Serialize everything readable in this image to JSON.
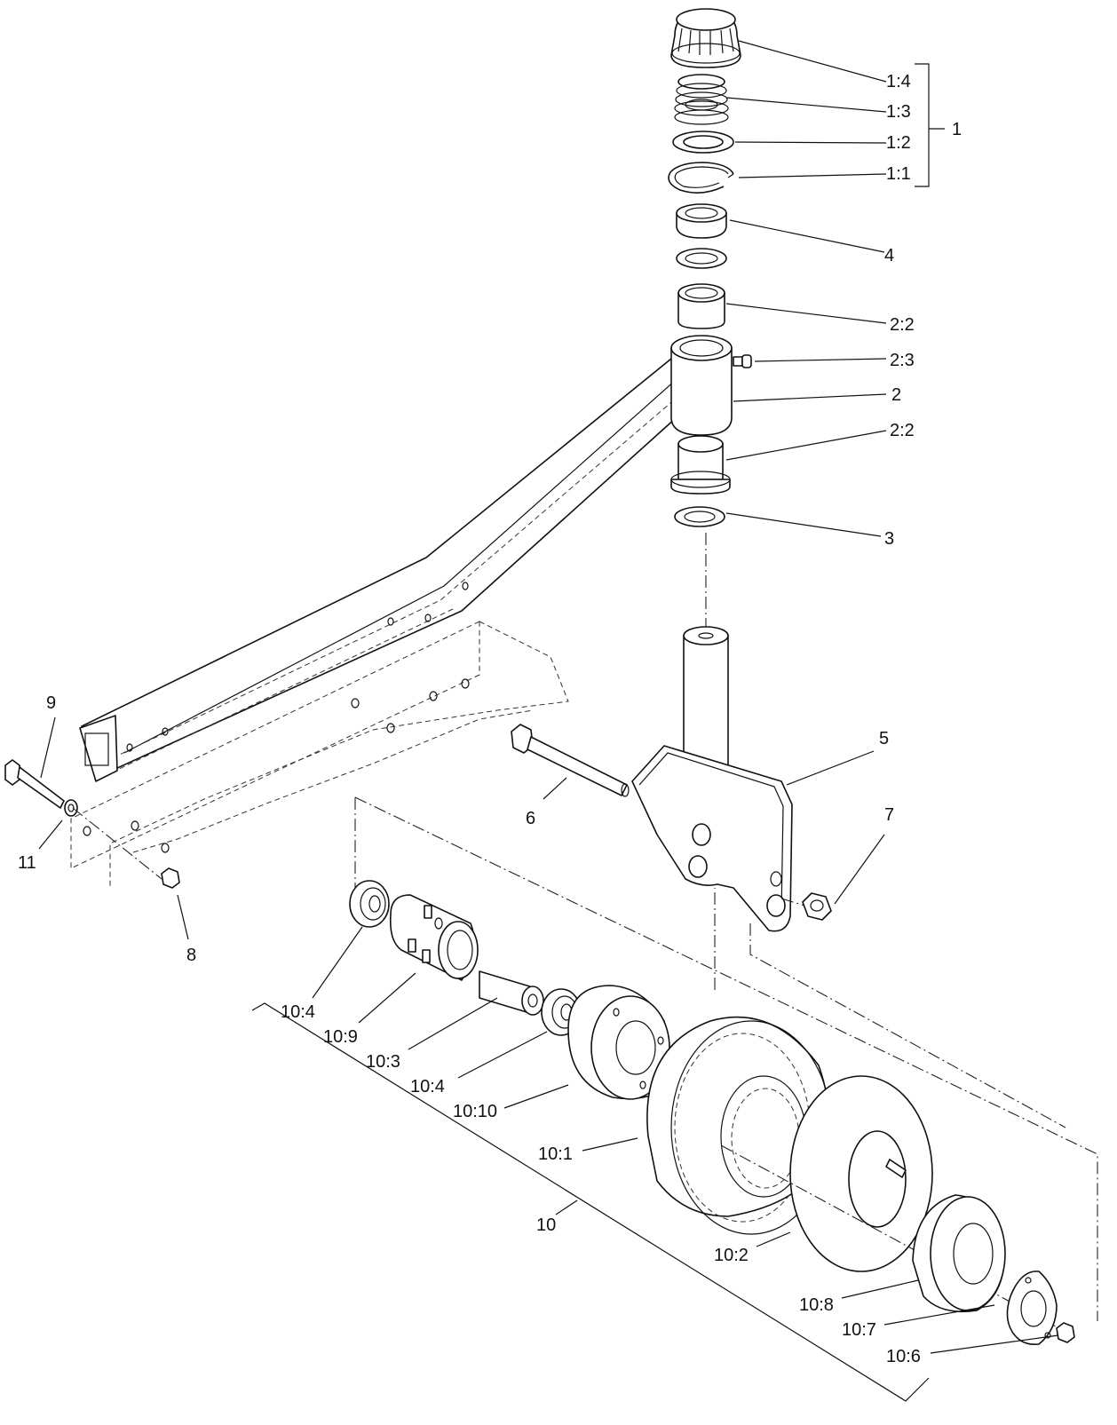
{
  "callouts": {
    "c1_4": "1:4",
    "c1_3": "1:3",
    "c1_2": "1:2",
    "c1_1": "1:1",
    "c1": "1",
    "c4": "4",
    "c2_2_top": "2:2",
    "c2_3": "2:3",
    "c2": "2",
    "c2_2_bottom": "2:2",
    "c3": "3",
    "c5": "5",
    "c6": "6",
    "c7": "7",
    "c8": "8",
    "c9": "9",
    "c11": "11",
    "c10_4_a": "10:4",
    "c10_9": "10:9",
    "c10_3": "10:3",
    "c10_4_b": "10:4",
    "c10_10": "10:10",
    "c10_1": "10:1",
    "c10": "10",
    "c10_2": "10:2",
    "c10_8": "10:8",
    "c10_7": "10:7",
    "c10_6": "10:6"
  }
}
